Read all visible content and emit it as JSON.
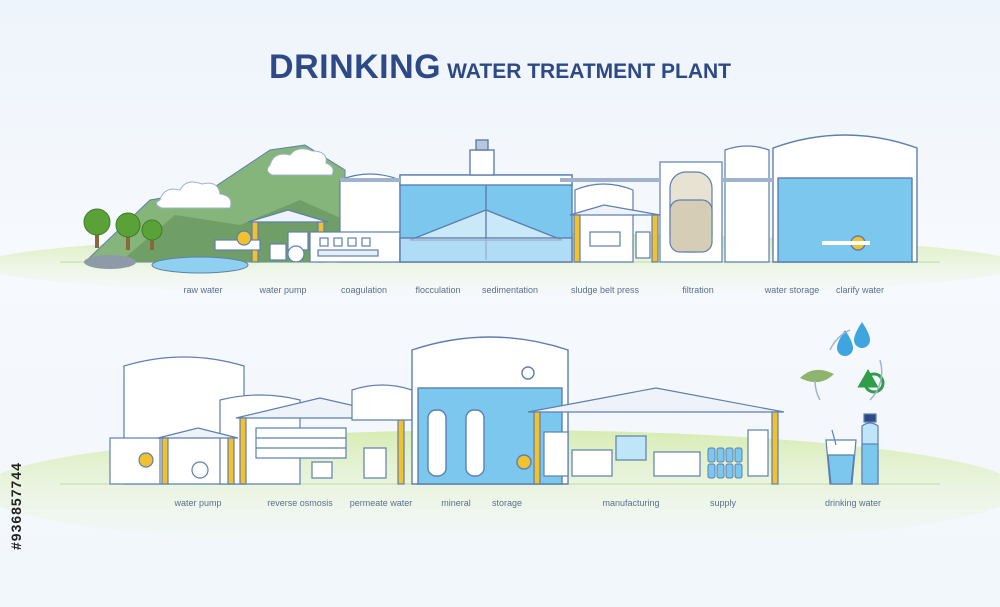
{
  "title": {
    "bold": "DRINKING",
    "rest": "WATER TREATMENT PLANT"
  },
  "stock_id": "#936857744",
  "row1_labels": [
    {
      "id": "raw-water",
      "text": "raw water"
    },
    {
      "id": "water-pump",
      "text": "water pump"
    },
    {
      "id": "coagulation",
      "text": "coagulation"
    },
    {
      "id": "flocculation",
      "text": "flocculation"
    },
    {
      "id": "sedimentation",
      "text": "sedimentation"
    },
    {
      "id": "sludge-belt-press",
      "text": "sludge  belt press"
    },
    {
      "id": "filtration",
      "text": "filtration"
    },
    {
      "id": "water-storage",
      "text": "water  storage"
    },
    {
      "id": "clarify-water",
      "text": "clarify water"
    }
  ],
  "row2_labels": [
    {
      "id": "water-pump-2",
      "text": "water pump"
    },
    {
      "id": "reverse-osmosis",
      "text": "reverse osmosis"
    },
    {
      "id": "permeate-water",
      "text": "permeate water"
    },
    {
      "id": "mineral",
      "text": "mineral"
    },
    {
      "id": "storage",
      "text": "storage"
    },
    {
      "id": "manufacturing",
      "text": "manufacturing"
    },
    {
      "id": "supply",
      "text": "supply"
    },
    {
      "id": "drinking-water",
      "text": "drinking water"
    }
  ],
  "colors": {
    "outline": "#5d7fb0",
    "water": "#7cc7ee",
    "water_light": "#bfe5f8",
    "yellow": "#f2c12e",
    "ground": "#cfe6a6",
    "hill": "#7fae74",
    "tree": "#5d9e3c",
    "title": "#2d4a86",
    "label": "#5b6f8d"
  }
}
